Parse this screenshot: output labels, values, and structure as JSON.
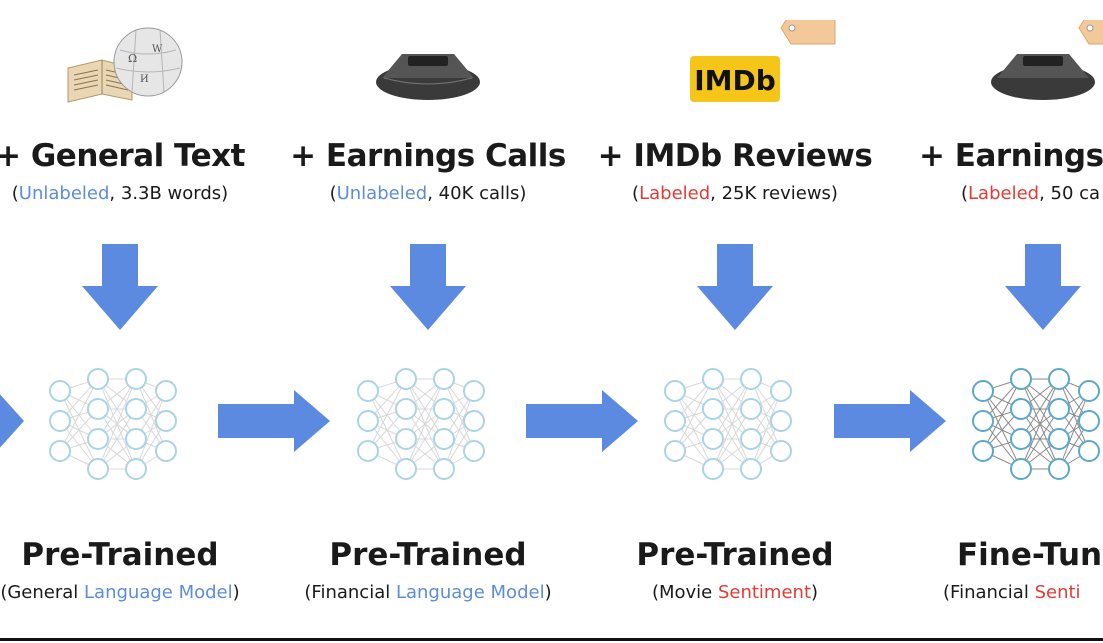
{
  "stages": [
    {
      "title": "+ General Text",
      "sub": {
        "open": "(",
        "colored": "Unlabeled",
        "rest": ", 3.3B words)"
      },
      "label": "Pre-Trained",
      "label_sub": {
        "open": "(General ",
        "colored": "Language Model",
        "close": ")"
      }
    },
    {
      "title": "+ Earnings Calls",
      "sub": {
        "open": "(",
        "colored": "Unlabeled",
        "rest": ", 40K calls)"
      },
      "label": "Pre-Trained",
      "label_sub": {
        "open": "(Financial ",
        "colored": "Language Model",
        "close": ")"
      }
    },
    {
      "title": "+ IMDb Reviews",
      "sub": {
        "open": "(",
        "colored": "Labeled",
        "rest": ", 25K reviews)"
      },
      "label": "Pre-Trained",
      "label_sub": {
        "open": "(Movie ",
        "colored": "Sentiment",
        "close": ")"
      }
    },
    {
      "title": "+ Earnings C",
      "sub": {
        "open": "(",
        "colored": "Labeled",
        "rest": ", 50 ca"
      },
      "label": "Fine-Tune",
      "label_sub": {
        "open": "(Financial ",
        "colored": "Senti",
        "close": ""
      }
    }
  ],
  "imdb_logo_text": "IMDb",
  "colors": {
    "blue": "#5b8dd9",
    "red": "#e23b35",
    "arrow": "#5b8ae0",
    "net_light": "#a9d4e6",
    "net_dark": "#5aa8cc",
    "tag": "#f3c99a",
    "imdb_yellow": "#f5c518"
  },
  "icons": [
    "wikipedia-book-icon",
    "conference-phone-icon",
    "imdb-logo-icon",
    "conference-phone-icon"
  ]
}
